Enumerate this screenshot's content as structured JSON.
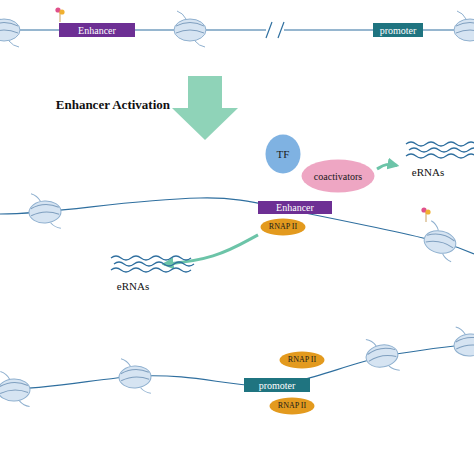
{
  "diagram": {
    "nodes": [
      {
        "text": [
          "Enhancer"
        ]
      },
      {
        "text": [
          "promoter"
        ]
      },
      {
        "text": [
          "TF"
        ]
      },
      {
        "text": [
          "coactivators"
        ]
      },
      {
        "text": [
          "eRNAs"
        ]
      },
      {
        "text": [
          "Enhancer"
        ]
      },
      {
        "text": [
          "RNAP II"
        ]
      },
      {
        "text": [
          "eRNAs"
        ]
      },
      {
        "text": [
          "RNAP II"
        ]
      },
      {
        "text": [
          "promoter"
        ]
      },
      {
        "text": [
          "RNAP II"
        ]
      }
    ],
    "edges": [
      {
        "from": 3,
        "to": 4,
        "arrow": "to"
      },
      {
        "from": 6,
        "to": 7,
        "arrow": "to"
      }
    ],
    "labels": [
      "Enhancer Activation"
    ]
  }
}
